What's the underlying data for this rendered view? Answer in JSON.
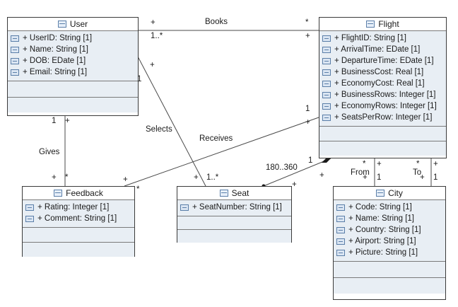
{
  "classes": {
    "user": {
      "name": "User",
      "attributes": [
        "+ UserID: String [1]",
        "+ Name: String [1]",
        "+ DOB: EDate [1]",
        "+ Email: String [1]"
      ]
    },
    "flight": {
      "name": "Flight",
      "attributes": [
        "+ FlightID: String [1]",
        "+ ArrivalTime: EDate [1]",
        "+ DepartureTime: EDate [1]",
        "+ BusinessCost: Real [1]",
        "+ EconomyCost: Real [1]",
        "+ BusinessRows: Integer [1]",
        "+ EconomyRows: Integer [1]",
        "+ SeatsPerRow: Integer [1]"
      ]
    },
    "feedback": {
      "name": "Feedback",
      "attributes": [
        "+ Rating: Integer [1]",
        "+ Comment: String [1]"
      ]
    },
    "seat": {
      "name": "Seat",
      "attributes": [
        "+ SeatNumber: String [1]"
      ]
    },
    "city": {
      "name": "City",
      "attributes": [
        "+ Code: String [1]",
        "+ Name: String [1]",
        "+ Country: String [1]",
        "+ Airport: String [1]",
        "+ Picture: String [1]"
      ]
    }
  },
  "associations": {
    "books": {
      "name": "Books",
      "user_end_vis": "+",
      "user_end_mult": "1..*",
      "flight_end_vis": "+",
      "flight_end_mult": "*"
    },
    "gives": {
      "name": "Gives",
      "user_end_vis": "+",
      "user_end_mult": "1",
      "feedback_end_vis": "+",
      "feedback_end_mult": "*"
    },
    "selects": {
      "name": "Selects",
      "user_end_vis": "+",
      "user_end_mult": "1",
      "seat_end_vis": "+",
      "seat_end_mult": "1..*"
    },
    "receives": {
      "name": "Receives",
      "flight_end_vis": "+",
      "flight_end_mult": "1",
      "feedback_end_vis": "+",
      "feedback_end_mult": "*"
    },
    "composition": {
      "seat_end_vis": "+",
      "seat_end_mult": "180..360",
      "flight_end_vis": "+",
      "flight_end_mult": "1"
    },
    "from": {
      "name": "From",
      "flight_end_vis": "+",
      "flight_end_mult": "*",
      "city_end_vis": "+",
      "city_end_mult": "1"
    },
    "to": {
      "name": "To",
      "flight_end_vis": "+",
      "flight_end_mult": "*",
      "city_end_vis": "+",
      "city_end_mult": "1"
    }
  },
  "colors": {
    "line": "#4a4a4a",
    "compartment": "#e8eef4",
    "icon": "#5a7ea8"
  }
}
